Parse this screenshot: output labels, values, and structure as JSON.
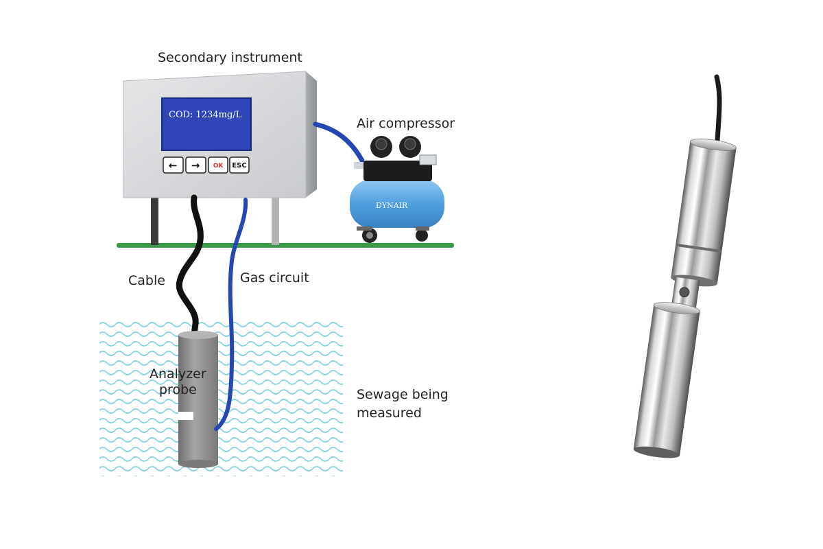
{
  "labels": {
    "secondary_instrument": "Secondary instrument",
    "air_compressor": "Air compressor",
    "cable": "Cable",
    "gas_circuit": "Gas circuit",
    "analyzer_probe_line1": "Analyzer",
    "analyzer_probe_line2": "probe",
    "sewage_line1": "Sewage being",
    "sewage_line2": "measured"
  },
  "instrument": {
    "display_text": "COD: 1234mg/L",
    "keys": {
      "left": "←",
      "right": "→",
      "ok": "OK",
      "esc": "ESC"
    }
  },
  "compressor": {
    "brand": "DYNAIR"
  },
  "colors": {
    "screen_blue": "#2f45b8",
    "gas_hose_blue": "#2547b3",
    "cable_black": "#111111",
    "ground_green": "#3a9a4a",
    "water_wave": "#7fd0e0",
    "tank_blue": "#5aa9e6",
    "probe_gray": "#8c8c8c",
    "ok_red": "#e03030"
  }
}
